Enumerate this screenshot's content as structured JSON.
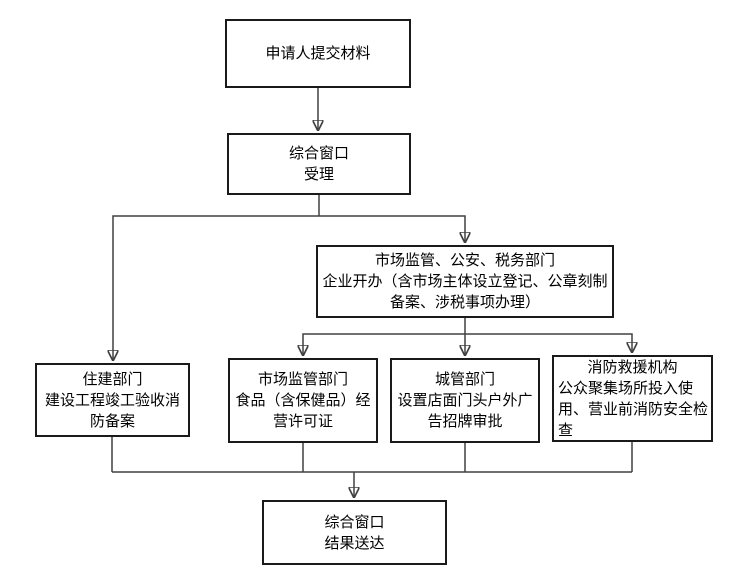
{
  "diagram": {
    "type": "flowchart",
    "background_color": "#ffffff",
    "box_border_color": "#1a1a1a",
    "connector_color": "#404040",
    "text_color": "#000000",
    "nodes": [
      {
        "id": "applicant-submit",
        "title": "申请人提交材料",
        "body": ""
      },
      {
        "id": "integrated-window-accept",
        "title": "综合窗口",
        "body": "受理"
      },
      {
        "id": "enterprise-setup",
        "title": "市场监管、公安、税务部门",
        "body": "企业开办（含市场主体设立登记、公章刻制\n备案、涉税事项办理）"
      },
      {
        "id": "housing-dept",
        "title": "住建部门",
        "body": "建设工程竣工验收消\n防备案"
      },
      {
        "id": "market-regulation-dept",
        "title": "市场监管部门",
        "body": "食品（含保健品）经\n营许可证"
      },
      {
        "id": "urban-mgmt-dept",
        "title": "城管部门",
        "body": "设置店面门头户外广\n告招牌审批"
      },
      {
        "id": "fire-rescue",
        "title": "消防救援机构",
        "body": "公众聚集场所投入使\n用、营业前消防安全检\n查"
      },
      {
        "id": "integrated-window-result",
        "title": "综合窗口",
        "body": "结果送达"
      }
    ],
    "edges": [
      {
        "from": "applicant-submit",
        "to": "integrated-window-accept",
        "arrow": true
      },
      {
        "from": "integrated-window-accept",
        "to": "housing-dept",
        "arrow": true
      },
      {
        "from": "integrated-window-accept",
        "to": "enterprise-setup",
        "arrow": true
      },
      {
        "from": "enterprise-setup",
        "to": "market-regulation-dept",
        "arrow": true
      },
      {
        "from": "enterprise-setup",
        "to": "urban-mgmt-dept",
        "arrow": true
      },
      {
        "from": "enterprise-setup",
        "to": "fire-rescue",
        "arrow": true
      },
      {
        "from": "housing-dept",
        "to": "integrated-window-result",
        "arrow": true
      },
      {
        "from": "market-regulation-dept",
        "to": "integrated-window-result",
        "arrow": true
      },
      {
        "from": "urban-mgmt-dept",
        "to": "integrated-window-result",
        "arrow": true
      },
      {
        "from": "fire-rescue",
        "to": "integrated-window-result",
        "arrow": true
      }
    ]
  }
}
